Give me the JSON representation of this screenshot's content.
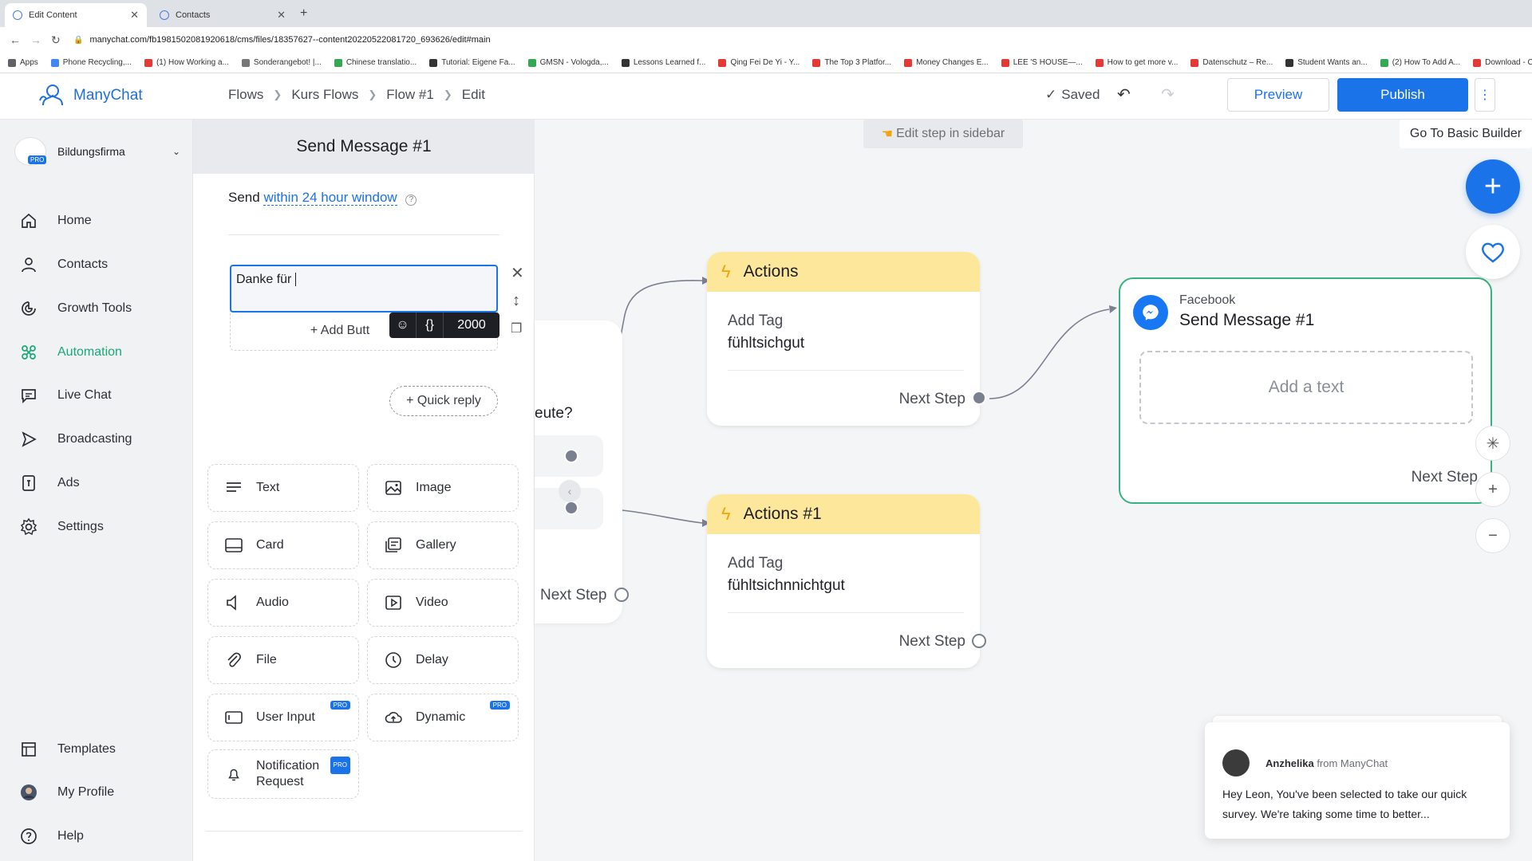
{
  "browser": {
    "tabs": [
      {
        "title": "Edit Content",
        "active": true
      },
      {
        "title": "Contacts",
        "active": false
      }
    ],
    "new_tab": "+",
    "url": "manychat.com/fb198150208192061​8/cms/files/18357627--content20220522081720_693626/edit#main",
    "bookmarks": [
      "Apps",
      "Phone Recycling,...",
      "(1) How Working a...",
      "Sonderangebot! |...",
      "Chinese translatio...",
      "Tutorial: Eigene Fa...",
      "GMSN - Vologda,...",
      "Lessons Learned f...",
      "Qing Fei De Yi - Y...",
      "The Top 3 Platfor...",
      "Money Changes E...",
      "LEE 'S HOUSE—...",
      "How to get more v...",
      "Datenschutz – Re...",
      "Student Wants an...",
      "(2) How To Add A...",
      "Download - Cooki..."
    ]
  },
  "header": {
    "logo": "ManyChat",
    "breadcrumbs": [
      "Flows",
      "Kurs Flows",
      "Flow #1",
      "Edit"
    ],
    "saved": "Saved",
    "preview": "Preview",
    "publish": "Publish",
    "more": "⋮"
  },
  "sidebar": {
    "account": {
      "name": "Bildungsfirma",
      "badge": "PRO"
    },
    "items": [
      {
        "label": "Home",
        "icon": "home-icon"
      },
      {
        "label": "Contacts",
        "icon": "person-icon"
      },
      {
        "label": "Growth Tools",
        "icon": "growth-icon"
      },
      {
        "label": "Automation",
        "icon": "automation-icon",
        "active": true
      },
      {
        "label": "Live Chat",
        "icon": "chat-icon"
      },
      {
        "label": "Broadcasting",
        "icon": "send-icon"
      },
      {
        "label": "Ads",
        "icon": "ads-icon"
      },
      {
        "label": "Settings",
        "icon": "gear-icon"
      }
    ],
    "bottom": [
      {
        "label": "Templates",
        "icon": "templates-icon"
      },
      {
        "label": "My Profile",
        "icon": "profile-icon"
      },
      {
        "label": "Help",
        "icon": "help-icon"
      }
    ]
  },
  "editor": {
    "title": "Send Message #1",
    "send_prefix": "Send",
    "send_window": "within 24 hour window",
    "text_value": "Danke für ",
    "char_count": "2000",
    "add_button": "+ Add Butt",
    "quick_reply": "+ Quick reply",
    "blocks": [
      {
        "label": "Text",
        "icon": "text-icon",
        "pro": false
      },
      {
        "label": "Image",
        "icon": "image-icon",
        "pro": false
      },
      {
        "label": "Card",
        "icon": "card-icon",
        "pro": false
      },
      {
        "label": "Gallery",
        "icon": "gallery-icon",
        "pro": false
      },
      {
        "label": "Audio",
        "icon": "audio-icon",
        "pro": false
      },
      {
        "label": "Video",
        "icon": "video-icon",
        "pro": false
      },
      {
        "label": "File",
        "icon": "file-icon",
        "pro": false
      },
      {
        "label": "Delay",
        "icon": "clock-icon",
        "pro": false
      },
      {
        "label": "User Input",
        "icon": "user-input-icon",
        "pro": true
      },
      {
        "label": "Dynamic",
        "icon": "cloud-icon",
        "pro": true
      }
    ],
    "notification": {
      "line1": "Notification",
      "line2": "Request",
      "pro": true
    },
    "pro_badge": "PRO"
  },
  "canvas": {
    "edit_hint": "Edit step in sidebar",
    "basic_builder": "Go To Basic Builder",
    "partial_text": "eute?",
    "next_step": "Next Step",
    "actions_node": {
      "title": "Actions",
      "label": "Add Tag",
      "value": "fühltsichgut"
    },
    "actions1_node": {
      "title": "Actions #1",
      "label": "Add Tag",
      "value": "fühltsichnnichtgut"
    },
    "fb_node": {
      "source": "Facebook",
      "title": "Send Message #1",
      "placeholder": "Add a text"
    }
  },
  "chat": {
    "agent": "Anzhelika",
    "from": "from ManyChat",
    "message": "Hey Leon,  You've been selected to take our quick survey. We're taking some time to better..."
  },
  "colors": {
    "accent": "#1a73e8",
    "active_nav": "#19a974",
    "actions_head": "#fde79b",
    "fb_border": "#36b37e"
  }
}
